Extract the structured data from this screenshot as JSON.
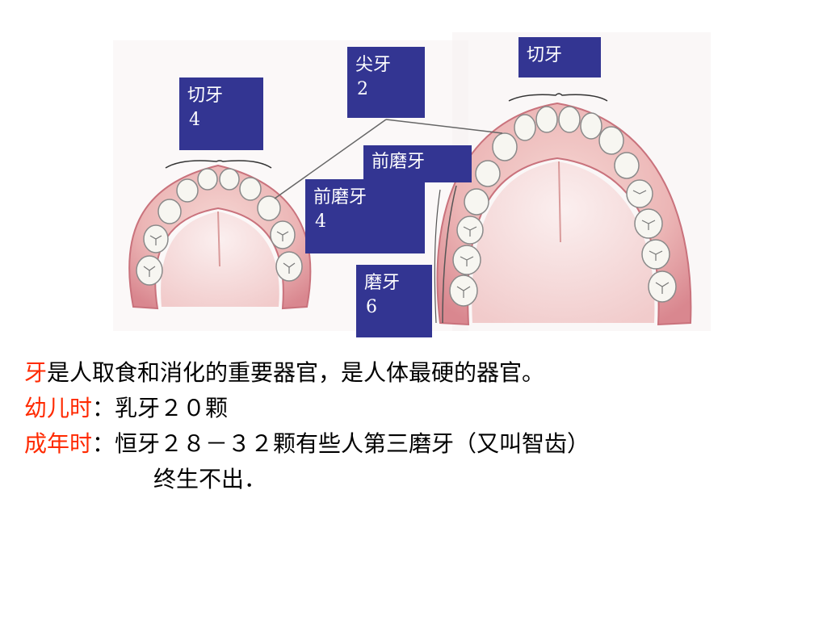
{
  "labels": {
    "child_incisor": {
      "name": "切牙",
      "count": "4"
    },
    "child_canine": {
      "name": "尖牙",
      "count": "2"
    },
    "adult_incisor": {
      "name": "切牙"
    },
    "adult_premolar": {
      "name": "前磨牙"
    },
    "child_premolar": {
      "name": "前磨牙",
      "count": "4"
    },
    "child_molar": {
      "name": "磨牙",
      "count": "6"
    }
  },
  "text": {
    "line1_red": "牙",
    "line1_rest": "是人取食和消化的重要器官，是人体最硬的器官。",
    "line2_red": "幼儿时",
    "line2_rest": "：乳牙２０颗",
    "line3_red": "成年时",
    "line3_rest": "：恒牙２８－３２颗有些人第三磨牙（又叫智齿）",
    "line4": "终生不出．"
  },
  "colors": {
    "label_bg": "#333592",
    "label_text": "#ffffff",
    "highlight": "#ff2a00",
    "gum": "#e8a3a8",
    "tooth": "#f7f6f1"
  }
}
